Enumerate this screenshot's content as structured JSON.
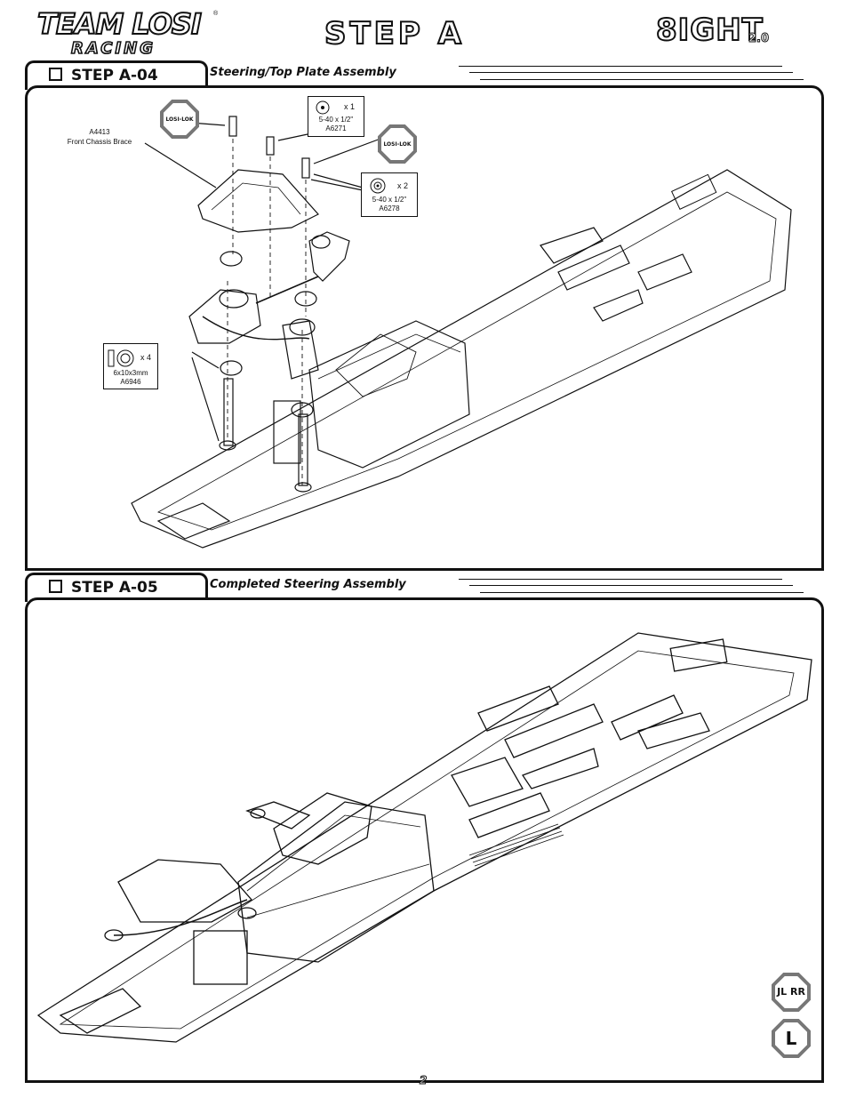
{
  "header": {
    "brand_top": "TEAM LOSI",
    "brand_registered": "®",
    "brand_bottom": "RACING",
    "title": "STEP A",
    "model": "8IGHT",
    "model_version": "2.0"
  },
  "step_a04": {
    "label": "STEP A-04",
    "subtitle": "Steering/Top Plate Assembly",
    "part_brace": {
      "code": "A4413",
      "name": "Front Chassis Brace"
    },
    "losi_lok_1": "LOSI-LOK",
    "losi_lok_2": "LOSI-LOK",
    "screw_1": {
      "qty": "x 1",
      "size": "5-40 x 1/2\"",
      "part": "A6271"
    },
    "screw_2": {
      "qty": "x 2",
      "size": "5-40 x 1/2\"",
      "part": "A6278"
    },
    "bearing": {
      "qty": "x 4",
      "size": "6x10x3mm",
      "part": "A6946"
    }
  },
  "step_a05": {
    "label": "STEP A-05",
    "subtitle": "Completed Steering Assembly"
  },
  "badges": {
    "reverse": "JL RR",
    "left": "L"
  },
  "footer": {
    "page": "2"
  }
}
